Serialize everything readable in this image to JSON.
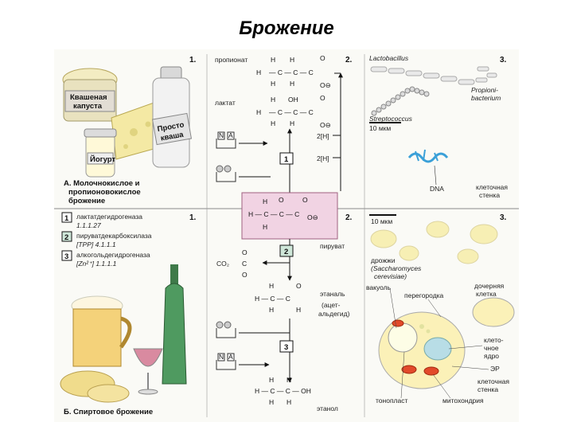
{
  "page_title": "Брожение",
  "panels": {
    "a_num": "1.",
    "a2_num": "2.",
    "a3_num": "3.",
    "b_num": "1.",
    "b2_num": "2.",
    "b3_num": "3."
  },
  "section_a": {
    "caption_line1": "А. Молочнокислое и",
    "caption_line2": "пропионовокислое",
    "caption_line3": "брожение",
    "jar_label_line1": "Квашеная",
    "jar_label_line2": "капуста",
    "bottle_label_line1": "Просто",
    "bottle_label_line2": "кваша",
    "yogurt_label": "Йогурт"
  },
  "section_b": {
    "caption": "Б. Спиртовое брожение"
  },
  "enzymes": [
    {
      "num": "1",
      "name": "лактатдегидрогеназа",
      "code": "1.1.1.27"
    },
    {
      "num": "2",
      "name": "пируватдекарбоксилаза",
      "code": "[TPP]  4.1.1.1"
    },
    {
      "num": "3",
      "name": "алкогольдегидрогеназа",
      "code": "[Zn²⁺]  1.1.1.1"
    }
  ],
  "pathway": {
    "propionate": "пропионат",
    "lactate": "лактат",
    "pyruvate": "пируват",
    "co2": "CO₂",
    "ethanal": "этаналь",
    "ethanal_alt_line1": "(ацет-",
    "ethanal_alt_line2": "альдегид)",
    "ethanol": "этанол",
    "h2_upper": "2[H]",
    "h2_lower": "2[H]",
    "step1": "1",
    "step2": "2",
    "step3": "3",
    "nad_n": "N",
    "nad_a": "A"
  },
  "bacteria": {
    "lactobacillus": "Lactobacillus",
    "propionibacterium_line1": "Propioni-",
    "propionibacterium_line2": "bacterium",
    "streptococcus": "Streptococcus",
    "scale_a": "10 мкм",
    "dna": "DNA",
    "cell_wall_line1": "клеточная",
    "cell_wall_line2": "стенка"
  },
  "yeast": {
    "scale_b": "10 мкм",
    "species_line1": "дрожжи",
    "species_line2": "(Saccharomyces",
    "species_line3": "cerevisiae)",
    "vacuole": "вакуоль",
    "septum": "перегородка",
    "bud_line1": "дочерняя",
    "bud_line2": "клетка",
    "nucleus_line1": "клето-",
    "nucleus_line2": "чное",
    "nucleus_line3": "ядро",
    "er": "ЭР",
    "wall_line1": "клеточная",
    "wall_line2": "стенка",
    "tonoplast": "тонопласт",
    "mitochondria": "митохондрия"
  }
}
